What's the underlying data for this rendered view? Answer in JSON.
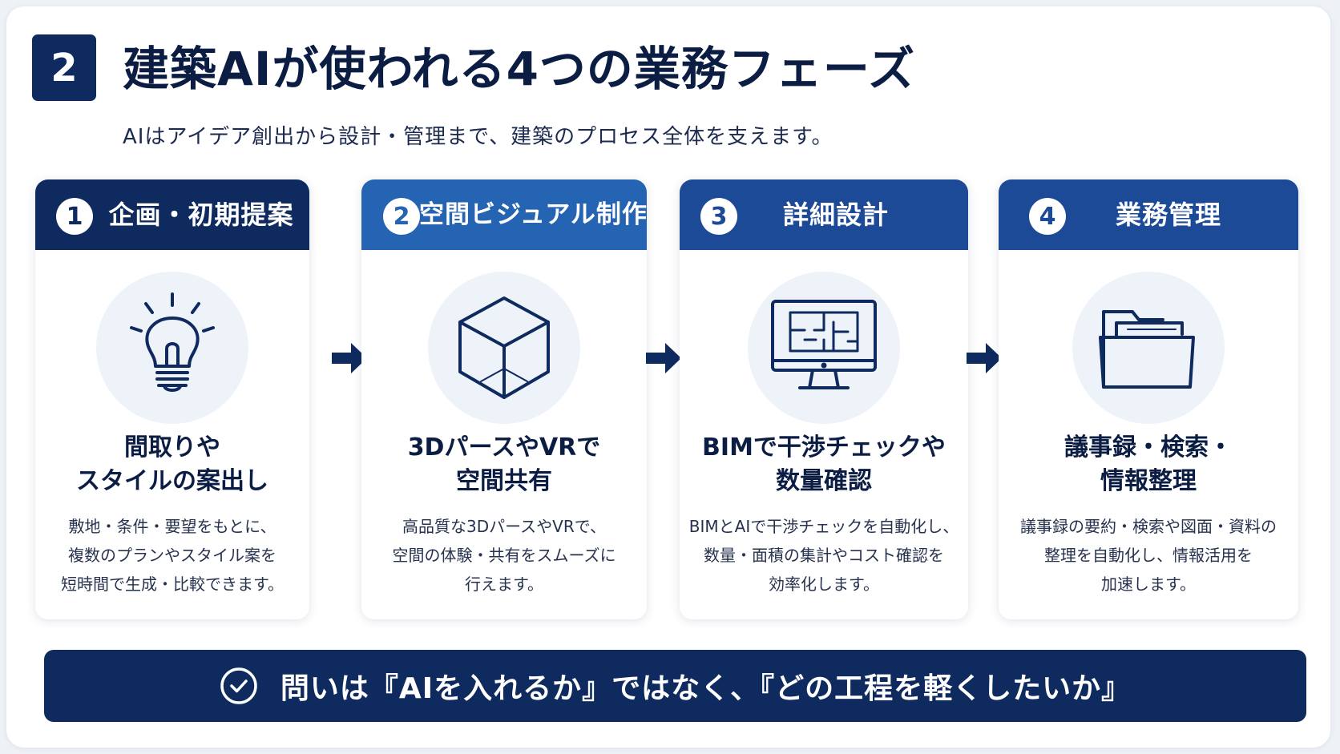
{
  "header": {
    "badge_number": "2",
    "title": "建築AIが使われる4つの業務フェーズ",
    "subtitle": "AIはアイデア創出から設計・管理まで、建築のプロセス全体を支えます。"
  },
  "phases": [
    {
      "number": "1",
      "title": "企画・初期提案",
      "header_color": "#0e2a5f",
      "icon": "lightbulb-icon",
      "heading_lines": [
        "間取りや",
        "スタイルの案出し"
      ],
      "desc_lines": [
        "敷地・条件・要望をもとに、",
        "複数のプランやスタイル案を",
        "短時間で生成・比較できます。"
      ]
    },
    {
      "number": "2",
      "title": "空間ビジュアル制作",
      "header_color": "#2563b3",
      "icon": "cube-icon",
      "heading_lines": [
        "3DパースやVRで",
        "空間共有"
      ],
      "desc_lines": [
        "高品質な3DパースやVRで、",
        "空間の体験・共有をスムーズに",
        "行えます。"
      ]
    },
    {
      "number": "3",
      "title": "詳細設計",
      "header_color": "#1d4a96",
      "icon": "monitor-floorplan-icon",
      "heading_lines": [
        "BIMで干渉チェックや",
        "数量確認"
      ],
      "desc_lines": [
        "BIMとAIで干渉チェックを自動化し、",
        "数量・面積の集計やコスト確認を",
        "効率化します。"
      ]
    },
    {
      "number": "4",
      "title": "業務管理",
      "header_color": "#1c4a97",
      "icon": "folder-icon",
      "heading_lines": [
        "議事録・検索・",
        "情報整理"
      ],
      "desc_lines": [
        "議事録の要約・検索や図面・資料の",
        "整理を自動化し、情報活用を",
        "加速します。"
      ]
    }
  ],
  "footer": {
    "icon": "check-circle-icon",
    "message": "問いは『AIを入れるか』ではなく、『どの工程を軽くしたいか』"
  },
  "colors": {
    "navy": "#0e2a5f",
    "title_text": "#0c1d44",
    "icon_bg": "#eef2f9"
  }
}
